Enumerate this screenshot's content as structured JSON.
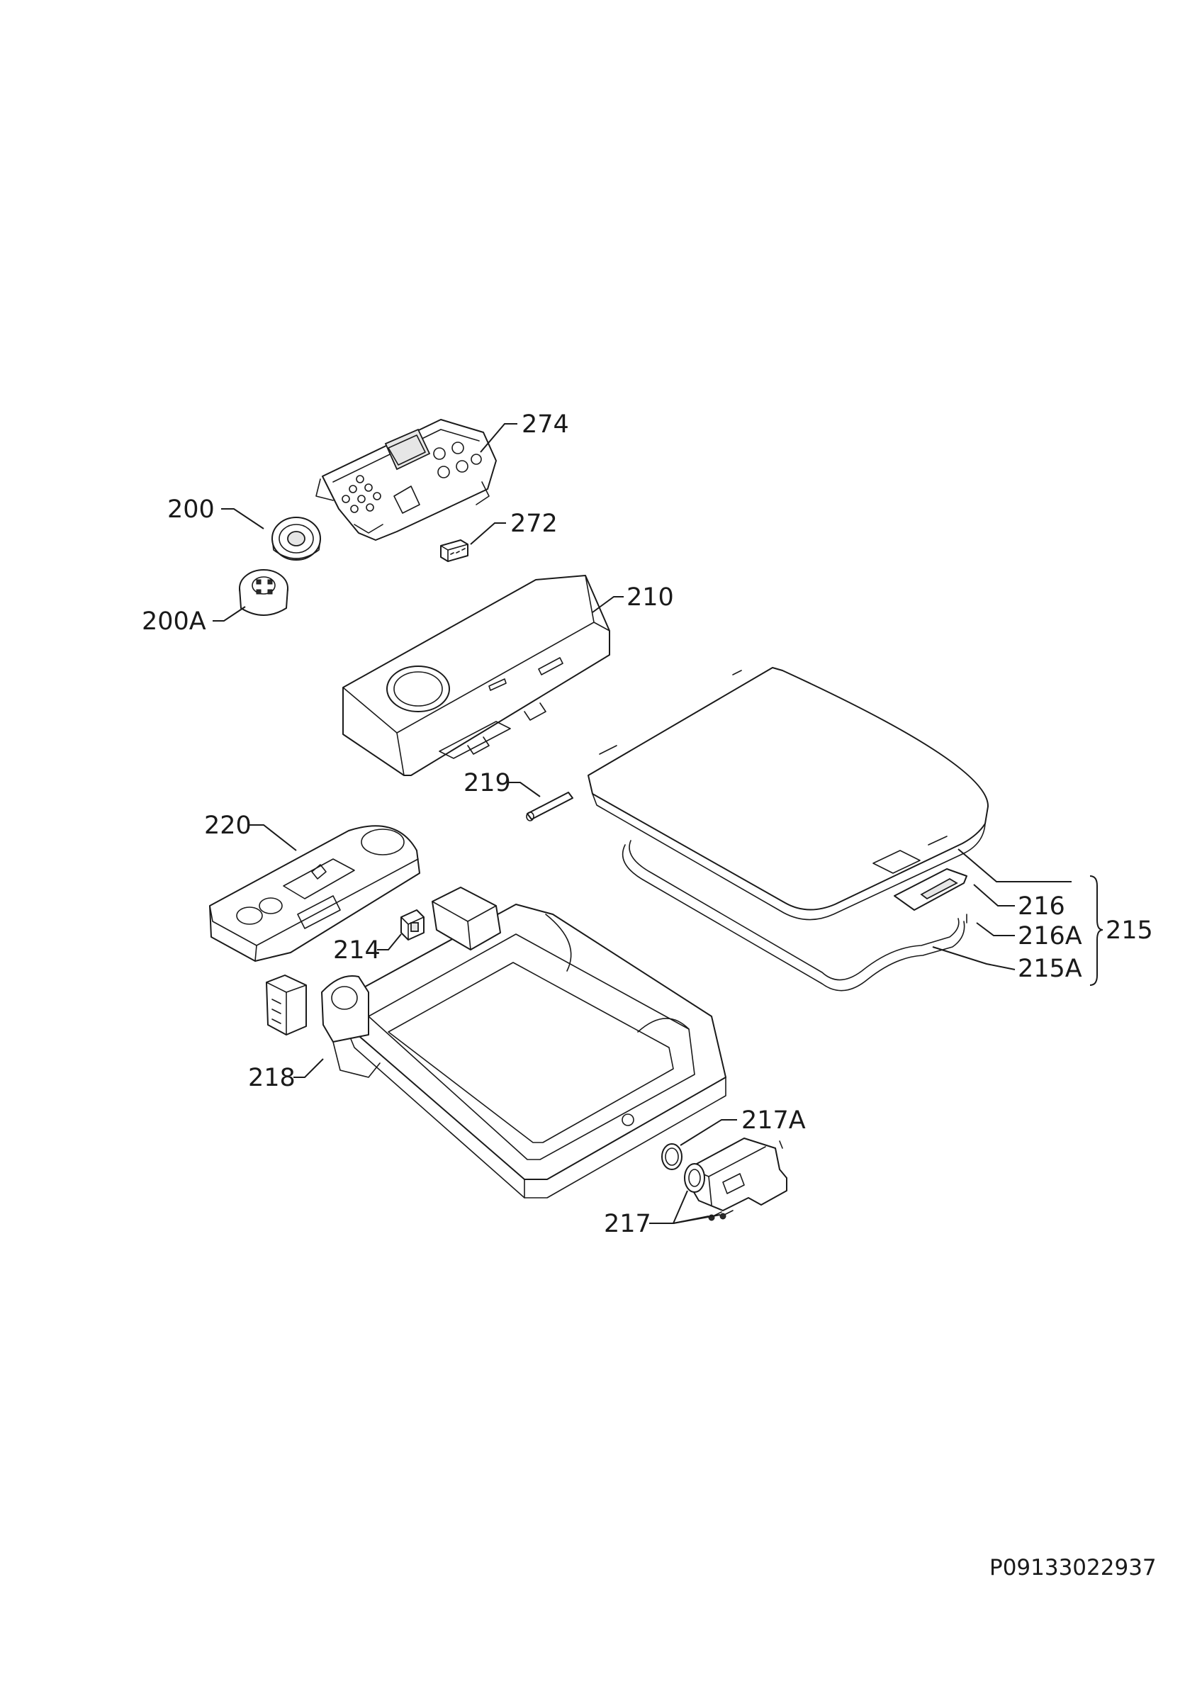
{
  "callouts": {
    "c274": "274",
    "c200": "200",
    "c272": "272",
    "c200a": "200A",
    "c210": "210",
    "c219": "219",
    "c220": "220",
    "c216": "216",
    "c216a": "216A",
    "c215": "215",
    "c215a": "215A",
    "c214": "214",
    "c218": "218",
    "c217a": "217A",
    "c217": "217"
  },
  "doc_ref": "P09133022937"
}
